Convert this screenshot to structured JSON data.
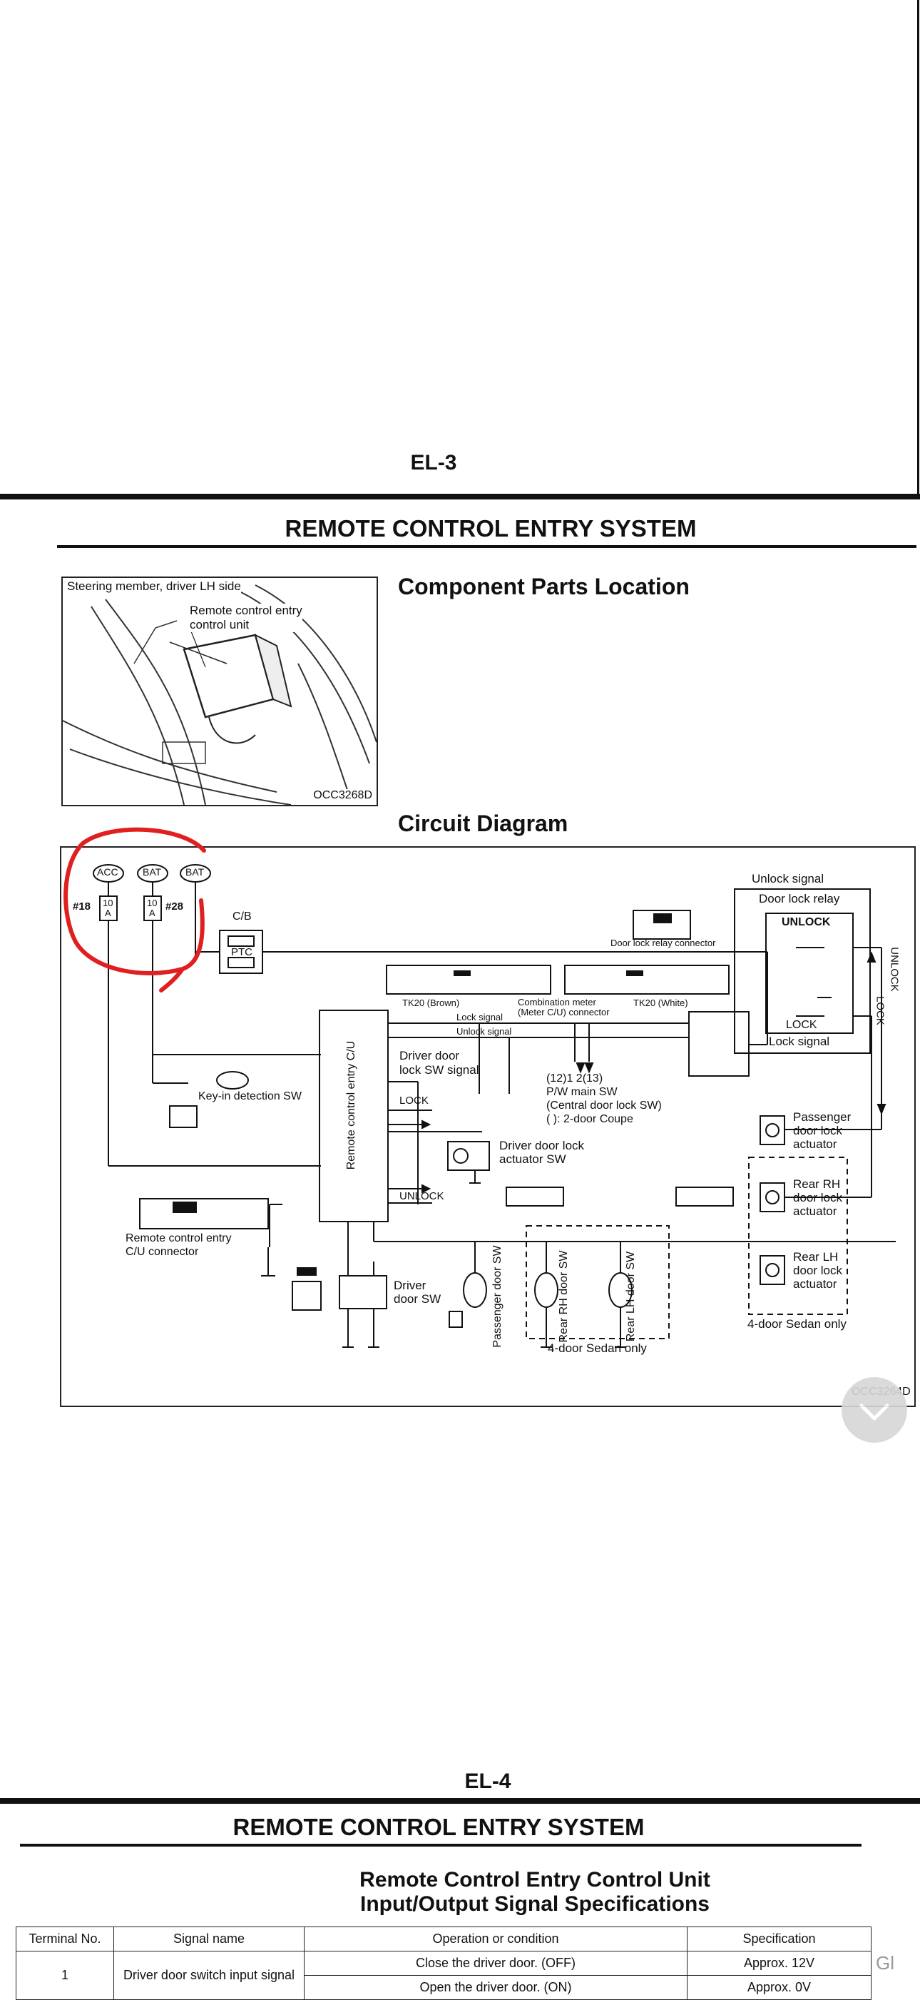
{
  "page_top": {
    "label": "EL-3"
  },
  "page_bottom": {
    "label": "EL-4"
  },
  "section": {
    "title": "REMOTE CONTROL ENTRY SYSTEM"
  },
  "component_location": {
    "heading": "Component Parts Location",
    "image_caption_top": "Steering member, driver LH side",
    "callout": "Remote control entry control unit",
    "callout_line1": "Remote control entry",
    "callout_line2": "control unit",
    "image_code": "OCC3268D"
  },
  "circuit": {
    "heading": "Circuit Diagram",
    "image_code": "OCC3264D",
    "fuses": {
      "acc": "ACC",
      "bat1": "BAT",
      "bat2": "BAT",
      "f18": "#18",
      "f28": "#28",
      "amp": "10 A",
      "amp1": "10",
      "amp2": "A"
    },
    "cb": "C/B",
    "ptc": "PTC",
    "unlock_signal": "Unlock signal",
    "door_lock_relay": "Door lock relay",
    "unlock": "UNLOCK",
    "lock": "LOCK",
    "lock_signal_right": "Lock signal",
    "relay_connector": "Door lock relay connector",
    "tk20_brown": "TK20 (Brown)",
    "tk20_white": "TK20 (White)",
    "combination_meter_connector": "Combination meter (Meter C/U) connector",
    "combo_meter_line1": "Combination meter",
    "combo_meter_line2": "(Meter C/U) connector",
    "lock_signal": "Lock signal",
    "unlock_signal_line": "Unlock signal",
    "cu_label": "Remote control entry C/U",
    "driver_door_lock_sw_signal": "Driver door lock SW signal",
    "dd_sig_line1": "Driver door",
    "dd_sig_line2": "lock SW signal",
    "lock_out": "LOCK",
    "unlock_out": "UNLOCK",
    "key_in_detection": "Key-in detection SW",
    "pw_main_1": "(12)1  2(13)",
    "pw_main_2": "P/W main SW",
    "pw_main_3": "(Central door lock SW)",
    "pw_main_4": "(   ): 2-door Coupe",
    "driver_door_lock_actuator_line1": "Driver door lock",
    "driver_door_lock_actuator_line2": "actuator SW",
    "cu_connector_line1": "Remote control entry",
    "cu_connector_line2": "C/U connector",
    "driver_door_sw_line1": "Driver",
    "driver_door_sw_line2": "door SW",
    "passenger_door_sw": "Passenger door SW",
    "rear_rh_door_sw": "Rear RH door SW",
    "rear_lh_door_sw": "Rear LH door SW",
    "four_door_sedan_only_1": "4-door Sedan only",
    "four_door_sedan_only_2": "4-door Sedan only",
    "passenger_actuator_line1": "Passenger",
    "passenger_actuator_line2": "door lock",
    "passenger_actuator_line3": "actuator",
    "rear_rh_actuator_line1": "Rear RH",
    "rear_rh_actuator_line2": "door lock",
    "rear_rh_actuator_line3": "actuator",
    "rear_lh_actuator_line1": "Rear LH",
    "rear_lh_actuator_line2": "door lock",
    "rear_lh_actuator_line3": "actuator",
    "lock_vertical": "LOCK",
    "unlock_vertical": "UNLOCK"
  },
  "signal_spec": {
    "heading_line1": "Remote Control Entry Control Unit",
    "heading_line2": "Input/Output Signal Specifications",
    "columns": [
      "Terminal No.",
      "Signal name",
      "Operation or condition",
      "Specification"
    ],
    "rows": [
      {
        "terminal": "1",
        "signal": "Driver door switch input signal",
        "condition": "Close the driver door. (OFF)",
        "spec": "Approx. 12V"
      },
      {
        "terminal": "",
        "signal": "",
        "condition": "Open the driver door. (ON)",
        "spec": "Approx. 0V"
      }
    ]
  },
  "scroll_button": {
    "icon": "chevron-down-icon"
  },
  "corner_badge": {
    "text": "Gl"
  },
  "colors": {
    "annotation": "#e02020",
    "ink": "#111111",
    "button": "#d7d7d7"
  }
}
